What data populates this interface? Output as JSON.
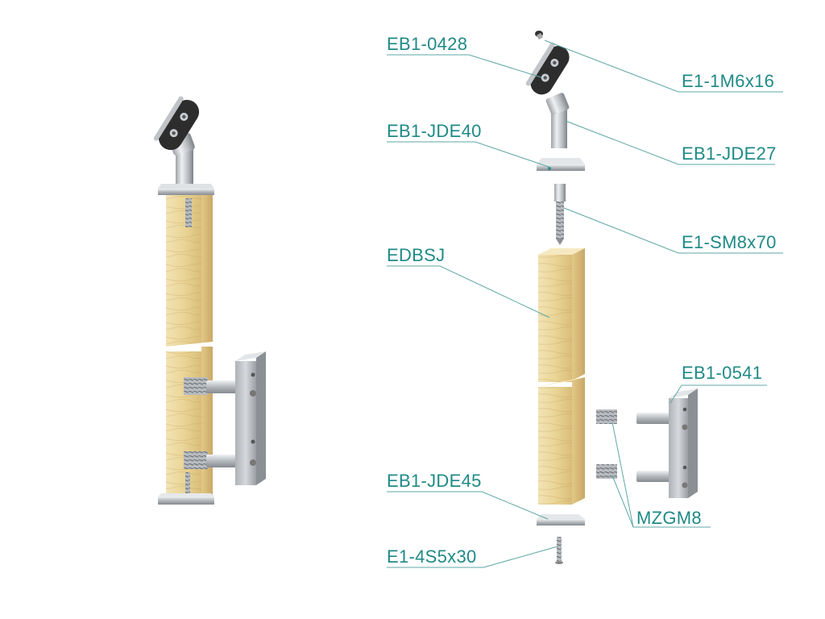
{
  "labels": {
    "eb1_0428": "EB1-0428",
    "e1_1m6x16": "E1-1M6x16",
    "eb1_jde40": "EB1-JDE40",
    "eb1_jde27": "EB1-JDE27",
    "e1_sm8x70": "E1-SM8x70",
    "edbsj": "EDBSJ",
    "eb1_0541": "EB1-0541",
    "eb1_jde45": "EB1-JDE45",
    "mzgm8": "MZGM8",
    "e1_4s5x30": "E1-4S5x30"
  },
  "colors": {
    "label": "#1f8a86",
    "leader": "#5ea7a4",
    "wood_light": "#f1dfad",
    "wood_mid": "#e3c98a",
    "wood_dark": "#c9a866",
    "steel_light": "#e6e8ea",
    "steel_mid": "#b5b9bd",
    "steel_dark": "#7d8287",
    "saddle": "#2a2a2a"
  }
}
